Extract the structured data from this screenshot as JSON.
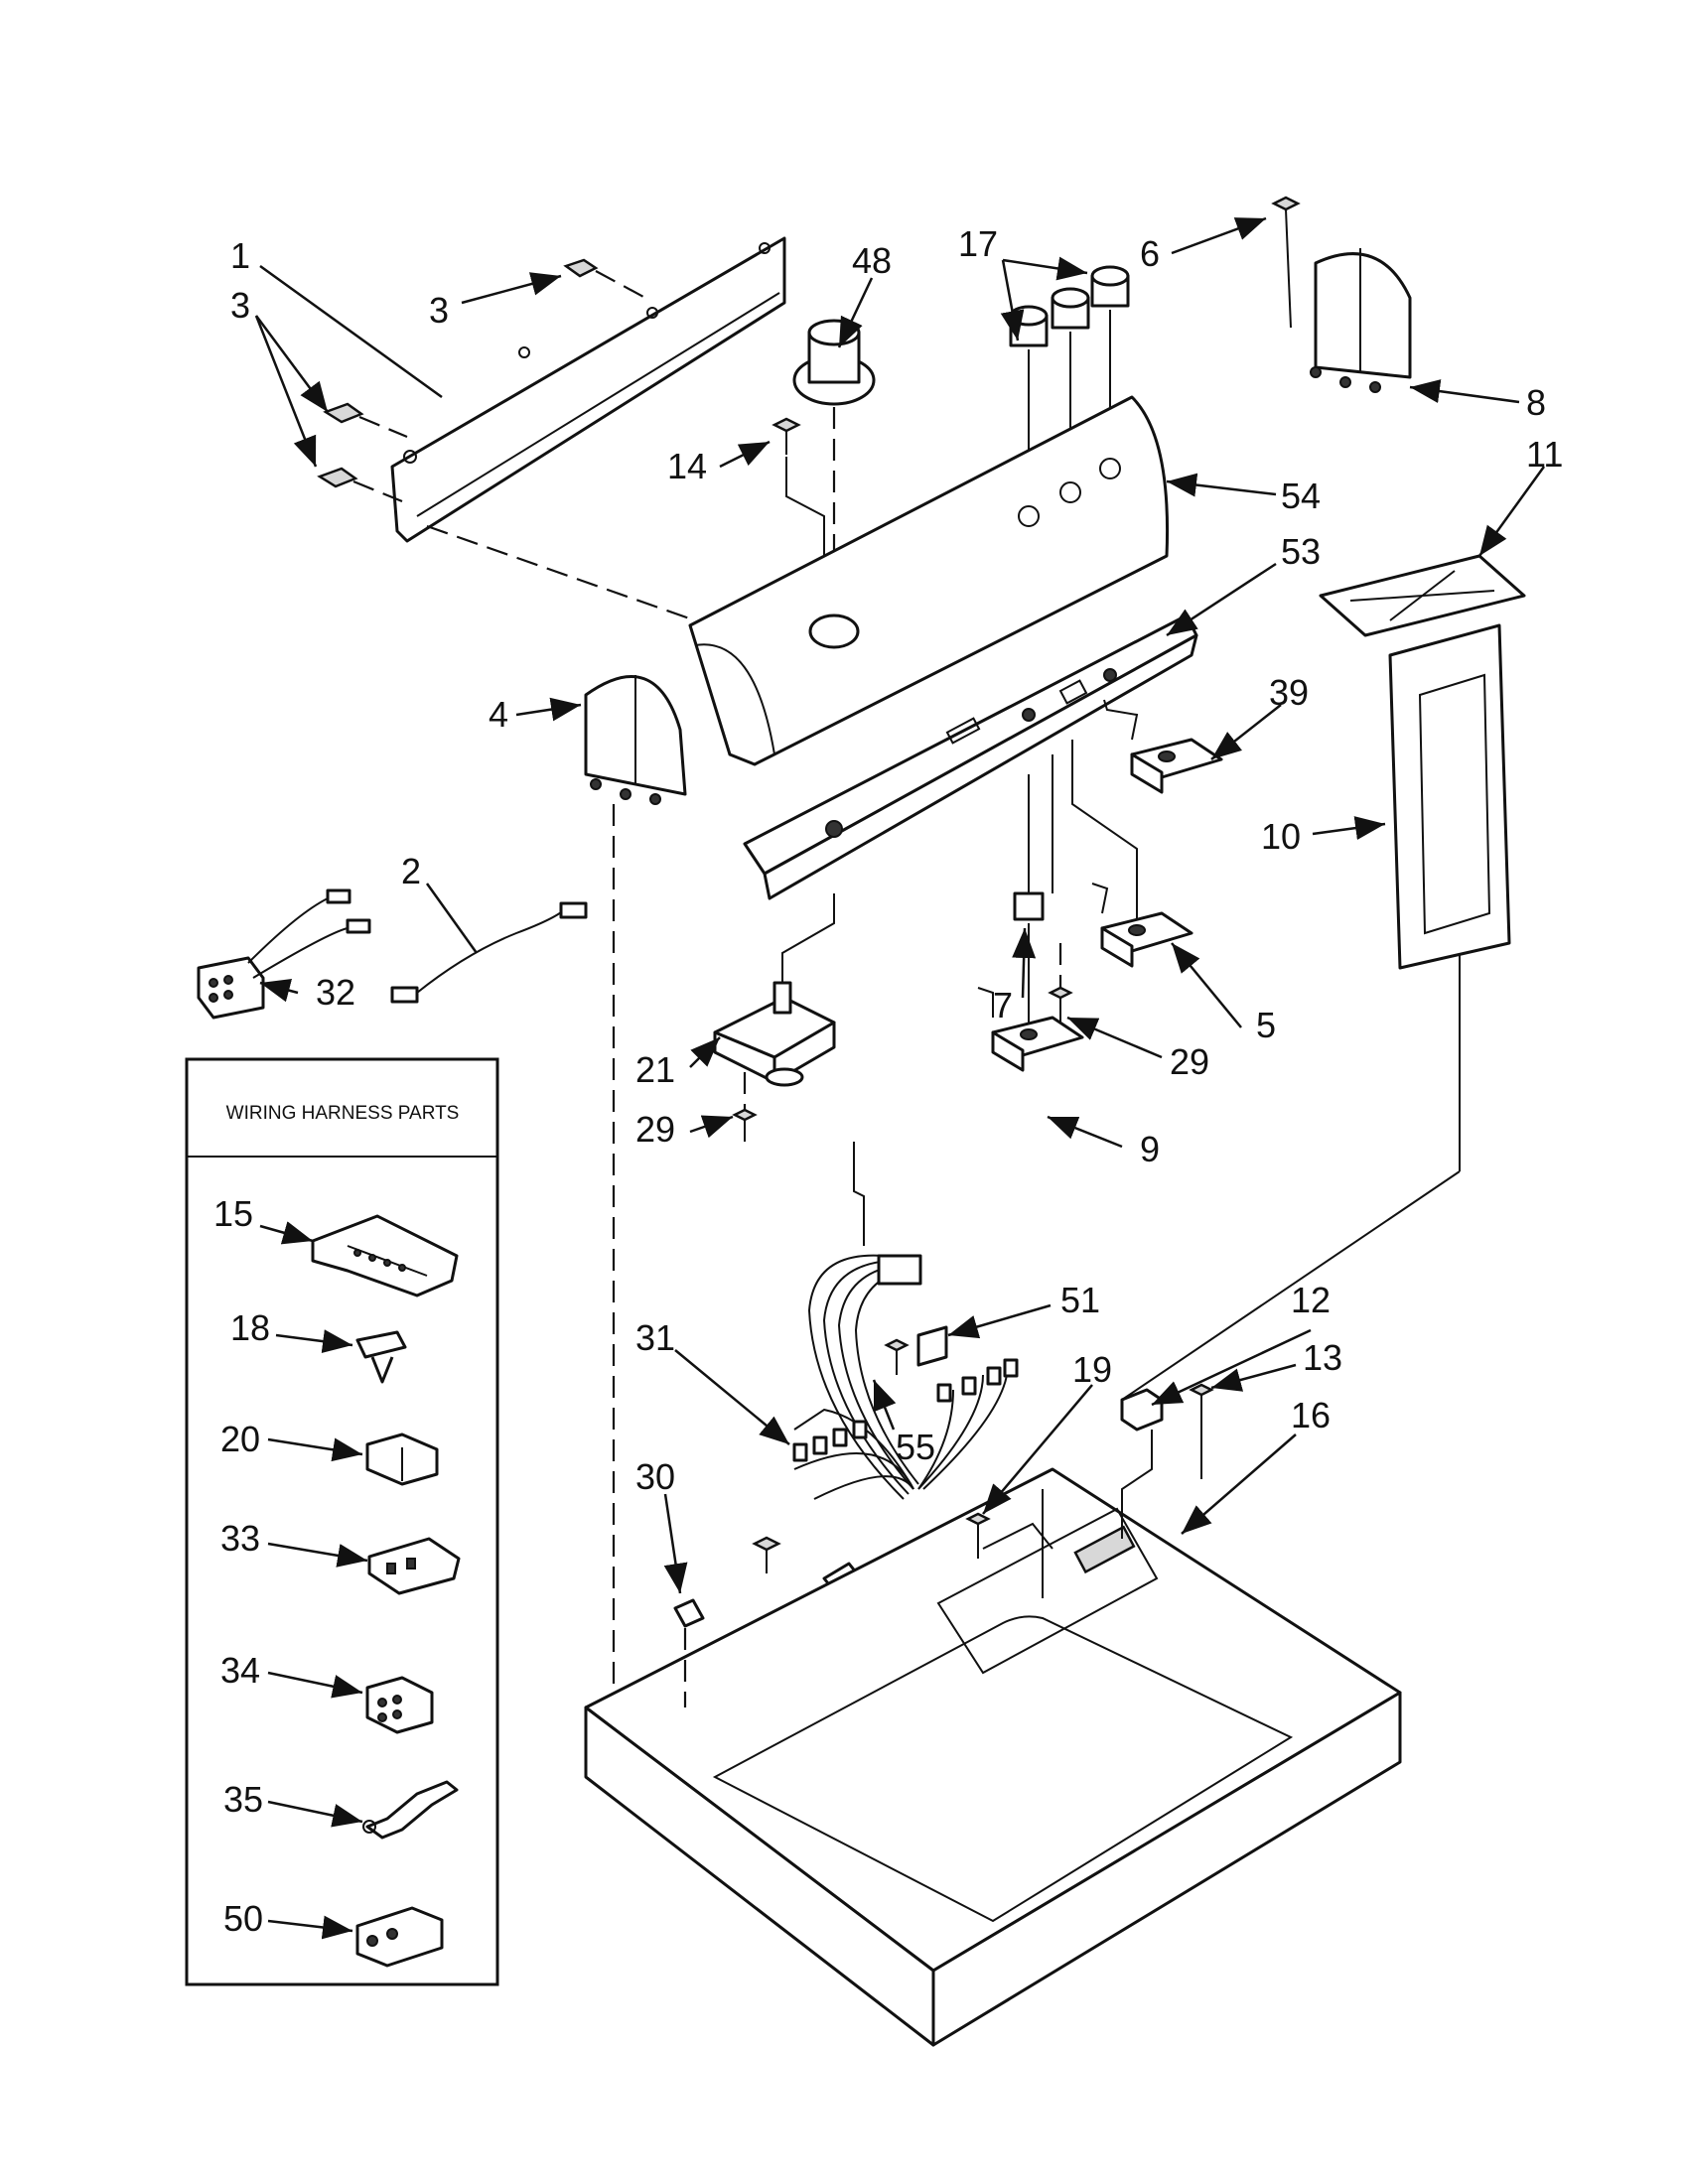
{
  "harness_box": {
    "title": "WIRING HARNESS PARTS"
  },
  "callouts": {
    "c1": "1",
    "c3a": "3",
    "c3b": "3",
    "c48": "48",
    "c17": "17",
    "c6": "6",
    "c8": "8",
    "c14": "14",
    "c54": "54",
    "c11": "11",
    "c53": "53",
    "c4": "4",
    "c39": "39",
    "c10": "10",
    "c2": "2",
    "c32": "32",
    "c7": "7",
    "c5": "5",
    "c21": "21",
    "c29a": "29",
    "c29b": "29",
    "c9": "9",
    "c15": "15",
    "c51": "51",
    "c12": "12",
    "c18": "18",
    "c31": "31",
    "c19": "19",
    "c13": "13",
    "c16": "16",
    "c20": "20",
    "c30": "30",
    "c55": "55",
    "c33": "33",
    "c34": "34",
    "c35": "35",
    "c50": "50"
  }
}
